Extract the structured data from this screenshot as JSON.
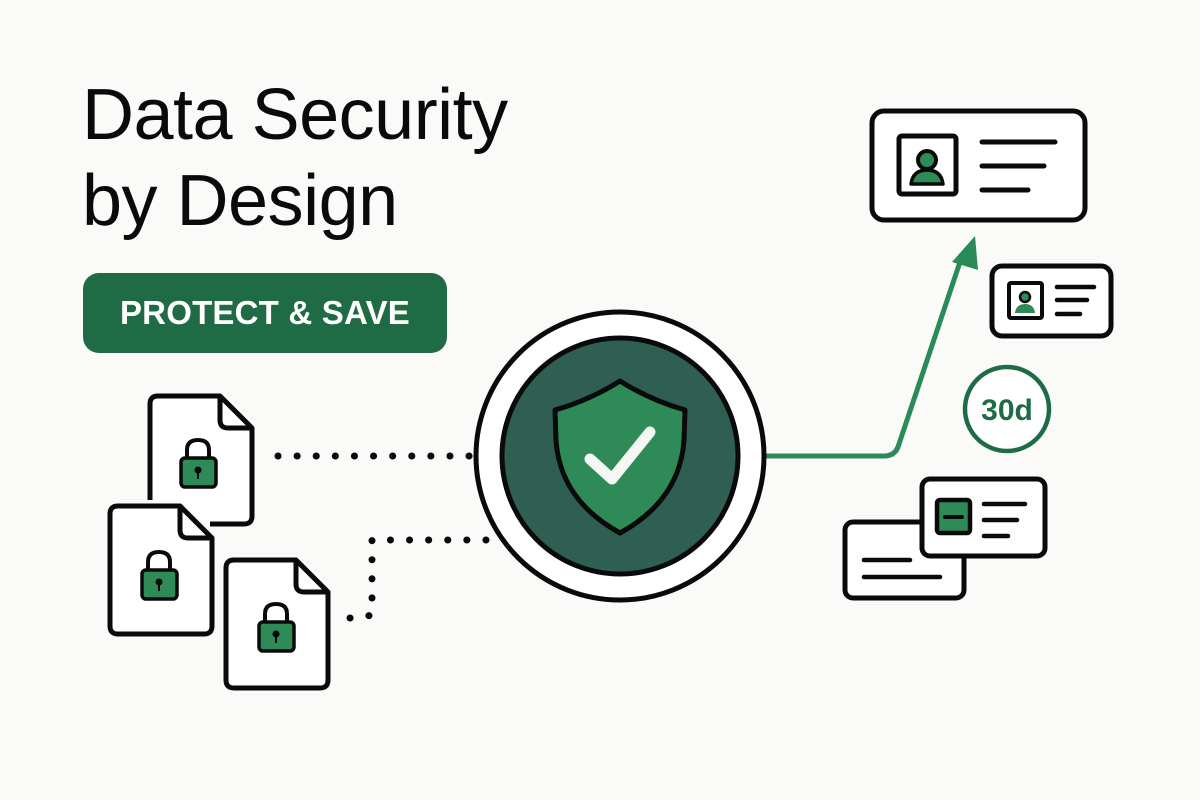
{
  "header": {
    "title_line1": "Data Security",
    "title_line2": "by Design"
  },
  "cta": {
    "label": "PROTECT & SAVE"
  },
  "center": {
    "icon": "shield-check-icon"
  },
  "documents": [
    {
      "icon": "locked-file-icon"
    },
    {
      "icon": "locked-file-icon"
    },
    {
      "icon": "locked-file-icon"
    }
  ],
  "outputs": {
    "retention_badge": "30d",
    "cards": [
      {
        "icon": "id-card-icon",
        "size": "large"
      },
      {
        "icon": "id-card-icon",
        "size": "small"
      },
      {
        "icon": "stacked-cards-icon",
        "size": "medium"
      }
    ]
  },
  "colors": {
    "background": "#fafaf8",
    "brand_green": "#1e6b45",
    "shield_green": "#2e8b57",
    "circle_dark": "#2f5f52",
    "stroke": "#0a0a0a",
    "arrow_green": "#2a8a58"
  }
}
